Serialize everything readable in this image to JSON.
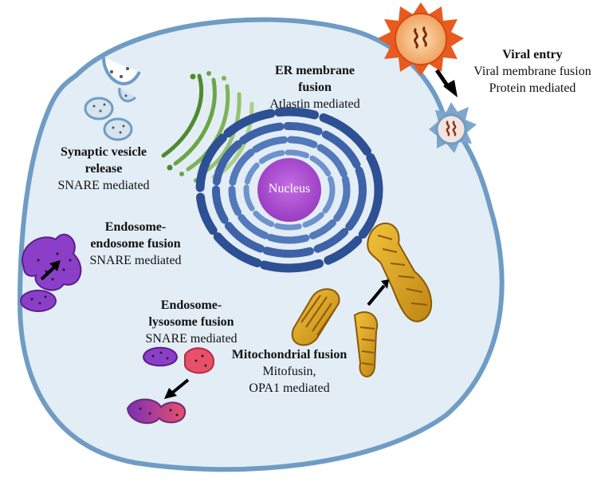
{
  "nucleus_label": "Nucleus",
  "labels": {
    "viral_entry": {
      "title": "Viral entry",
      "lines": [
        "Viral membrane fusion",
        "Protein mediated"
      ]
    },
    "er": {
      "title_lines": [
        "ER membrane",
        "fusion"
      ],
      "lines": [
        "Atlastin mediated"
      ]
    },
    "synaptic": {
      "title_lines": [
        "Synaptic vesicle",
        "release"
      ],
      "lines": [
        "SNARE mediated"
      ]
    },
    "endo_endo": {
      "title_lines": [
        "Endosome-",
        "endosome fusion"
      ],
      "lines": [
        "SNARE mediated"
      ]
    },
    "endo_lyso": {
      "title_lines": [
        "Endosome-",
        "lysosome fusion"
      ],
      "lines": [
        "SNARE mediated"
      ]
    },
    "mito": {
      "title": "Mitochondrial fusion",
      "lines": [
        "Mitofusin,",
        "OPA1 mediated"
      ]
    }
  },
  "colors": {
    "cell_fill": "#e3edf5",
    "cell_membrane": "#6f9cc4",
    "er_blue": "#2d4f93",
    "nucleus": "#b45ad6",
    "golgi": "#5f9a3a",
    "mito": "#d8a21c",
    "endosome": "#8b3fc9",
    "lysosome": "#e8506a",
    "virus": "#e85a1e"
  }
}
